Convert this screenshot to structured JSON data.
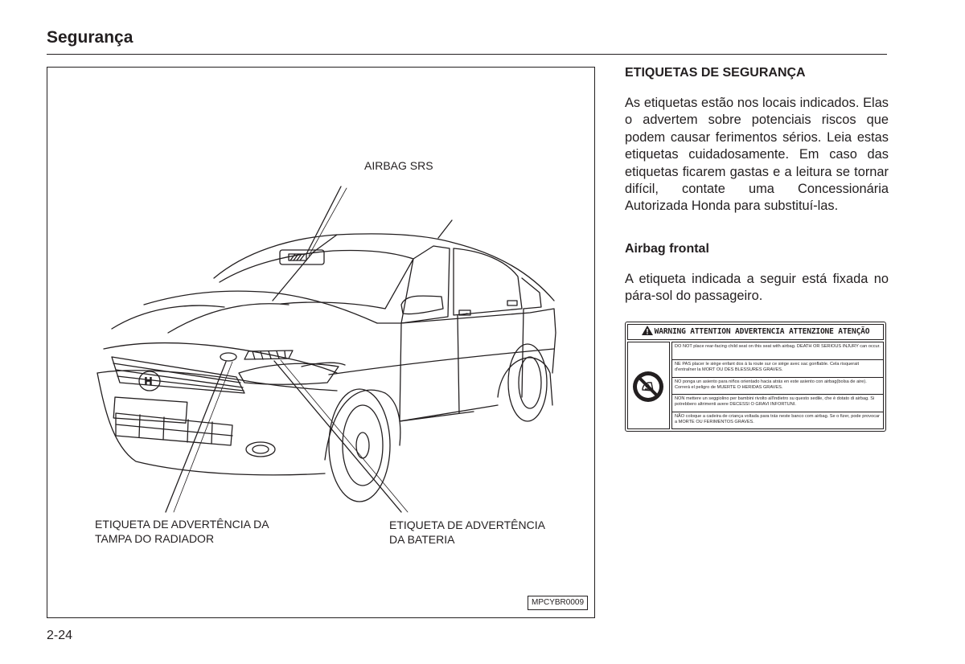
{
  "header": {
    "title": "Segurança"
  },
  "figure": {
    "callouts": {
      "airbag": "AIRBAG SRS",
      "radiador": "ETIQUETA DE ADVERTÊNCIA DA\nTAMPA DO RADIADOR",
      "bateria": "ETIQUETA DE ADVERTÊNCIA\nDA BATERIA"
    },
    "code": "MPCYBR0009",
    "car_icon": "car-line-drawing"
  },
  "section": {
    "title": "ETIQUETAS DE SEGURANÇA",
    "paragraph": "As etiquetas estão nos locais indicados. Elas o advertem sobre potenciais riscos que podem causar ferimentos sérios. Leia estas etiquetas cuidadosamente. Em caso das etiquetas ficarem gastas e a leitura se tornar difícil, contate uma Concessionária Autorizada Honda para substituí-las."
  },
  "subsection": {
    "title": "Airbag frontal",
    "paragraph": "A etiqueta indicada a seguir está fixada no pára-sol do passageiro."
  },
  "warning_label": {
    "header": "WARNING ATTENTION ADVERTENCIA ATTENZIONE ATENÇÃO",
    "icon": "no-rear-facing-child-seat-icon",
    "lines": [
      "DO NOT place rear-facing child seat on this seat with airbag. DEATH OR SERIOUS INJURY can occur.",
      "NE PAS placer le siège enfant dos à la route sur ce siège avec sac gonflable. Cela risquerait d'entraîner la MORT OU DES BLESSURES GRAVES.",
      "NO ponga un asiento para niños orientado hacia atrás en este asiento con airbag(bolsa de aire). Correrá el peligro de MUERTE O HERIDAS GRAVES.",
      "NON mettere un seggiolino per bambini rivolto all'indietro su questo sedile, che è dotato di airbag. Si potrebbero altrimenti avere DECESSI O GRAVI INFORTUNI.",
      "NÃO coloque a cadeira de criança voltada para trás neste banco com airbag. Se o fizer, pode provocar a MORTE OU FERIMENTOS GRAVES."
    ]
  },
  "footer": {
    "page_number": "2-24"
  }
}
